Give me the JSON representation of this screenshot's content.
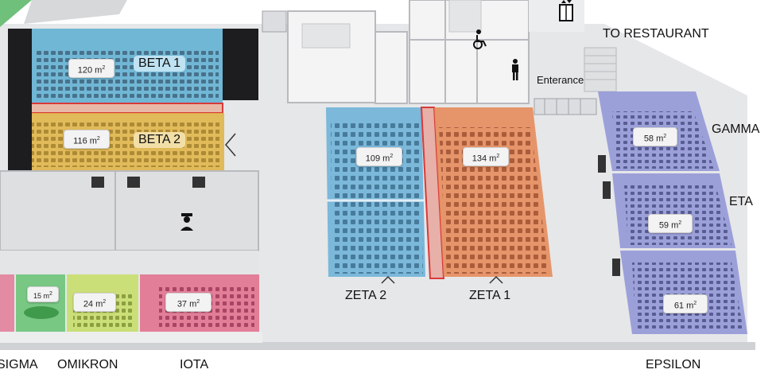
{
  "labels": {
    "to_restaurant": "TO RESTAURANT",
    "entrance": "Enterance",
    "gamma": "GAMMA",
    "eta": "ETA",
    "epsilon": "EPSILON",
    "zeta2": "ZETA 2",
    "zeta1": "ZETA 1",
    "sigma": "SIGMA",
    "omikron": "OMIKRON",
    "iota": "IOTA",
    "beta1": "BETA 1",
    "beta2": "BETA 2"
  },
  "areas": {
    "beta1": "120 m",
    "beta2": "116 m",
    "zeta2": "109 m",
    "zeta1": "134 m",
    "gamma": "58 m",
    "eta": "59 m",
    "epsilon": "61 m",
    "sigma": "15 m",
    "omikron": "24 m",
    "iota": "37 m"
  },
  "unit_sup": "2",
  "colors": {
    "beta1": "#5aaed1",
    "beta2": "#e0b54a",
    "zeta2": "#6fb3d8",
    "zeta1": "#e58c5c",
    "blue_rooms": "#8e93d6",
    "sigma": "#6cc479",
    "omikron": "#c7de6a",
    "iota": "#e06b8a",
    "floor": "#d9dadc",
    "wall": "#f1f2f3",
    "divider": "#d83a3a"
  },
  "icons": [
    "wheelchair-icon",
    "restroom-icon",
    "elevator-icon",
    "security-guard-icon"
  ]
}
